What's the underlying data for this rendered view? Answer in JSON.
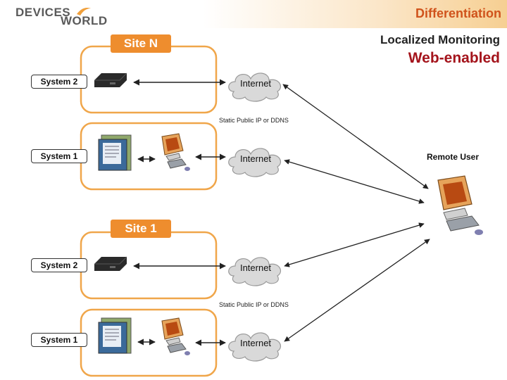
{
  "header": {
    "logo_line1": "DEVICES",
    "logo_line2": "WORLD",
    "title": "Differentiation",
    "subtitle": "Localized Monitoring",
    "subtitle2": "Web-enabled"
  },
  "sites": [
    {
      "name": "Site N",
      "systems": [
        {
          "label": "System 2",
          "cloud": "Internet"
        },
        {
          "label": "System 1",
          "cloud": "Internet"
        }
      ],
      "note": "Static Public IP or DDNS"
    },
    {
      "name": "Site 1",
      "systems": [
        {
          "label": "System 2",
          "cloud": "Internet"
        },
        {
          "label": "System 1",
          "cloud": "Internet"
        }
      ],
      "note": "Static Public IP or DDNS"
    }
  ],
  "remote_user": "Remote User",
  "colors": {
    "accent": "#ee8d2e",
    "title": "#d0531c",
    "web_enabled": "#a4141c",
    "frame": "#f0a64a"
  }
}
